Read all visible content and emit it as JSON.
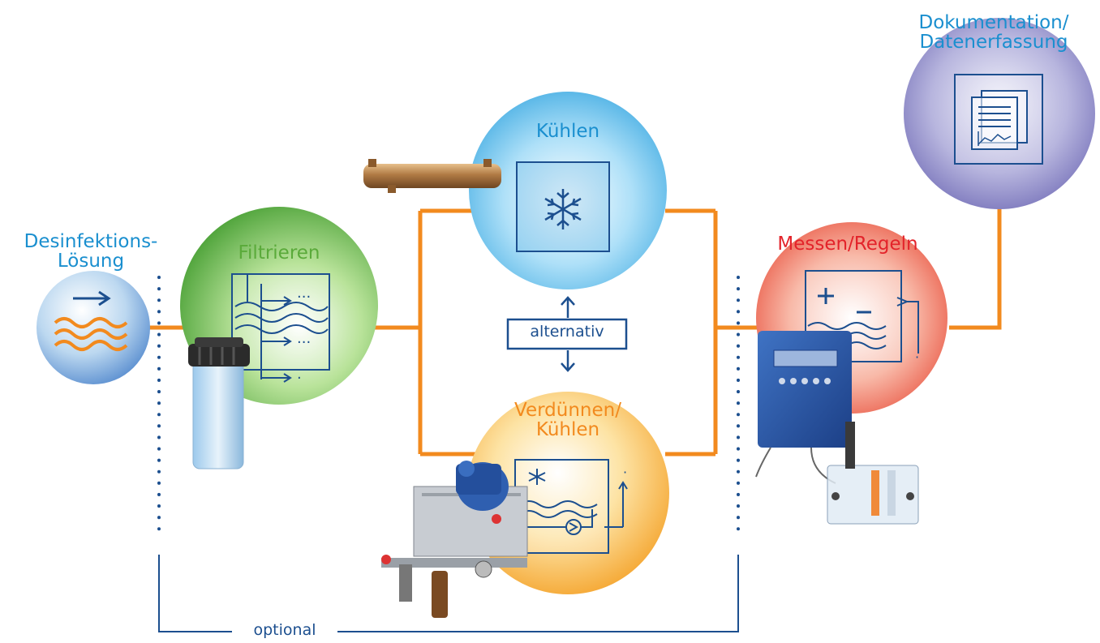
{
  "source": {
    "title_line1": "Desinfektions-",
    "title_line2": "Lösung",
    "icon": "water-flow-icon"
  },
  "stages": {
    "filter": {
      "label": "Filtrieren",
      "icon": "filter-diagram-icon"
    },
    "cool": {
      "label": "Kühlen",
      "icon": "snowflake-icon"
    },
    "dilute": {
      "label_line1": "Verdünnen/",
      "label_line2": "Kühlen",
      "icon": "dilution-pump-icon"
    },
    "measure": {
      "label": "Messen/Regeln",
      "icon": "plus-minus-control-icon"
    },
    "docs": {
      "label_line1": "Dokumentation/",
      "label_line2": "Datenerfassung",
      "icon": "documents-icon"
    }
  },
  "alternative": {
    "label": "alternativ"
  },
  "optional": {
    "label": "optional"
  },
  "colors": {
    "pipe": "#f28a1e",
    "blue_text": "#1a8fcf",
    "navy": "#1c4f8f",
    "green_circle": "#6cbf4a",
    "blue_circle": "#7ccaf0",
    "orange_circle": "#f7a826",
    "red_circle": "#ee5a45",
    "purple_circle": "#7f7fbf"
  }
}
